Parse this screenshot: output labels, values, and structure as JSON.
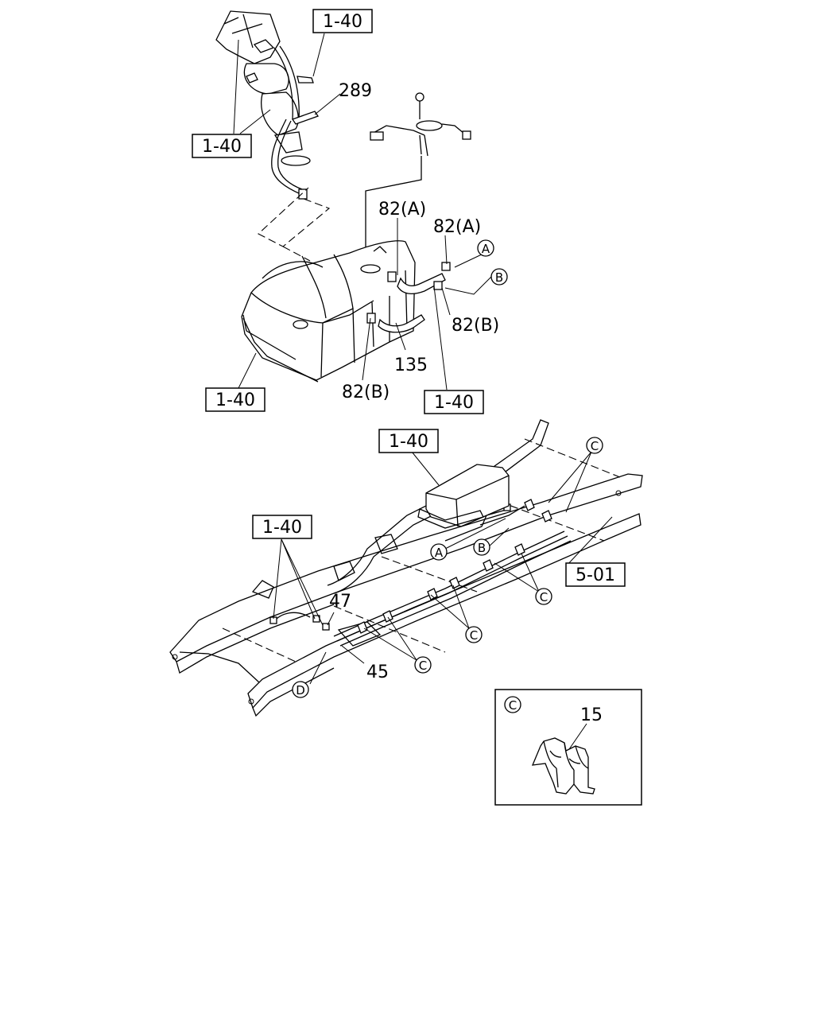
{
  "callouts": {
    "ref_1_40": "1-40",
    "ref_5_01": "5-01",
    "part_289": "289",
    "part_82a": "82(A)",
    "part_82b": "82(B)",
    "part_135": "135",
    "part_47": "47",
    "part_45": "45",
    "part_15": "15"
  },
  "markers": {
    "a": "A",
    "b": "B",
    "c": "C",
    "d": "D"
  }
}
